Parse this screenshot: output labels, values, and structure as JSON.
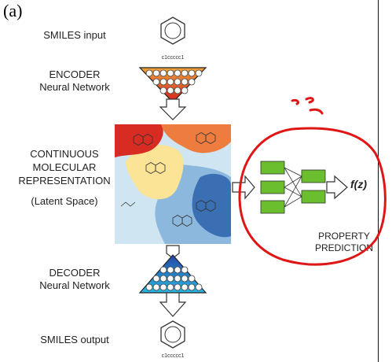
{
  "panel_label": "(a)",
  "labels": {
    "smiles_input": "SMILES input",
    "encoder_title": "ENCODER",
    "encoder_sub": "Neural Network",
    "latent_line1": "CONTINUOUS",
    "latent_line2": "MOLECULAR",
    "latent_line3": "REPRESENTATION",
    "latent_line4": "(Latent Space)",
    "decoder_title": "DECODER",
    "decoder_sub": "Neural Network",
    "smiles_output": "SMILES output",
    "property_line1": "PROPERTY",
    "property_line2": "PREDICTION",
    "fz": "f(z)",
    "smiles_top": "c1ccccc1",
    "smiles_bottom": "c1ccccc1"
  },
  "colors": {
    "encoder_top": "#f2a33a",
    "encoder_bottom": "#d41f1f",
    "decoder_top": "#2446a6",
    "decoder_bottom": "#29b7e3",
    "nn_box": "#6bbf2e",
    "annotation_red": "#e01515",
    "latent_red": "#d82b22",
    "latent_orange": "#ef7c3f",
    "latent_yellow": "#fbe495",
    "latent_lightblue": "#cfe5f2",
    "latent_midblue": "#8db8de",
    "latent_darkblue": "#3a6fb3"
  }
}
